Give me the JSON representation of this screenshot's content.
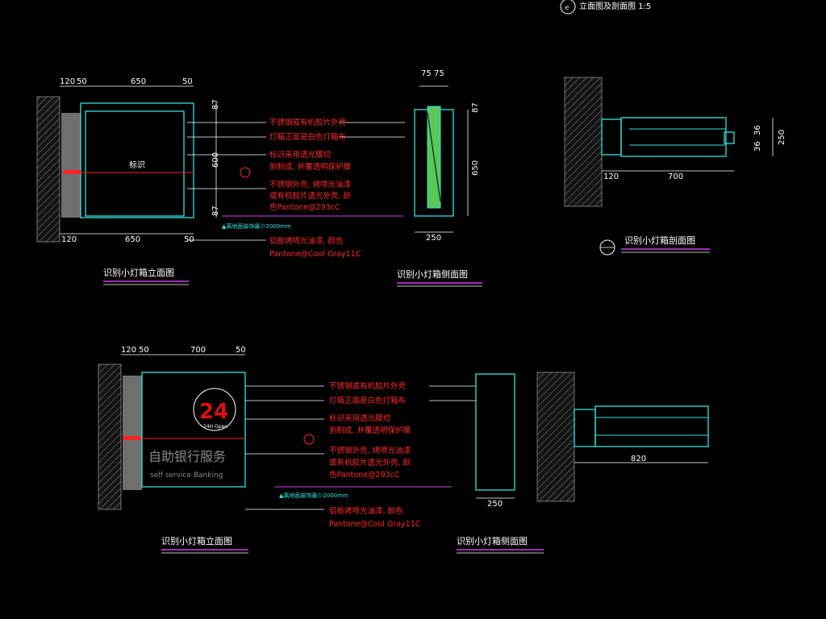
{
  "header": {
    "title": "立面图及剖面图 1:5"
  },
  "views": {
    "top_elevation": {
      "title": "识别小灯箱立面图",
      "dims_top": [
        "120",
        "50",
        "650",
        "50"
      ],
      "dims_bottom": [
        "120",
        "650",
        "50"
      ],
      "dims_right": [
        "87",
        "600",
        "87"
      ],
      "inner_label": "标识",
      "floor_note": "▲离地面装饰最少2000mm"
    },
    "top_side": {
      "title": "识别小灯箱侧面图",
      "dims_top": [
        "75",
        "75"
      ],
      "dims_right": [
        "87",
        "650"
      ],
      "dims_bottom": "250"
    },
    "top_section": {
      "title": "识别小灯箱剖面图",
      "dims_right": [
        "250",
        "36",
        "36"
      ],
      "dims_bottom": [
        "120",
        "700"
      ]
    },
    "bottom_elevation": {
      "title": "识别小灯箱立面图",
      "dims_top": [
        "120",
        "50",
        "700",
        "50"
      ],
      "badge_number": "24",
      "badge_sub": "24H Open",
      "sign_text_cn": "自助银行服务",
      "sign_text_en": "self service Banking",
      "floor_note": "▲离地面装饰最少2000mm"
    },
    "bottom_side": {
      "title": "识别小灯箱侧面图",
      "dims_bottom": "250"
    },
    "bottom_section": {
      "dims_bottom": "820"
    }
  },
  "notes_top": [
    "不锈钢或有机胶片外壳",
    "灯箱正面是白色灯箱布",
    "标识采用透光膜切",
    "割制成, 并覆透明保护膜",
    "不锈钢外壳, 烤喷光油漆",
    "或有机胶片透光外壳, 颜",
    "色Pantone@293cC",
    "铝板烤喷光油漆, 颜色",
    "Pantone@Cool Gray11C"
  ],
  "notes_bottom": [
    "不锈钢或有机胶片外壳",
    "灯箱正面是白色灯箱布",
    "标识采用透光膜切",
    "割制成, 并覆透明保护膜",
    "不锈钢外壳, 烤喷光油漆",
    "或有机胶片透光外壳, 颜",
    "色Pantone@293cC",
    "铝板烤喷光油漆, 颜色",
    "Pantone@Cool Gray11C"
  ],
  "colors": {
    "background": "#000000",
    "outline": "#35e0e0",
    "note": "#ff2a2a",
    "title_underline": "#d23cf0",
    "badge": "#e01010"
  }
}
